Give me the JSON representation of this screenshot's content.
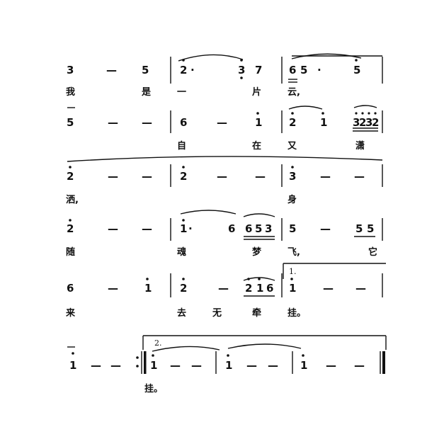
{
  "score": {
    "rows": [
      {
        "notes": [
          "3",
          "—",
          "5",
          "2",
          "·",
          "3",
          "7",
          "6",
          "5",
          "·",
          "5"
        ],
        "lyrics": [
          "我",
          "是",
          "一",
          "片",
          "云,"
        ]
      },
      {
        "notes": [
          "5",
          "—",
          "—",
          "6",
          "—",
          "1",
          "2",
          "1",
          "3",
          "2",
          "3",
          "2"
        ],
        "lyrics": [
          "自",
          "在",
          "又",
          "潇"
        ]
      },
      {
        "notes": [
          "2",
          "—",
          "—",
          "2",
          "—",
          "—",
          "3",
          "—",
          "—"
        ],
        "lyrics": [
          "洒,",
          "身"
        ]
      },
      {
        "notes": [
          "2",
          "—",
          "—",
          "1",
          "·",
          "6",
          "6",
          "5",
          "3",
          "5",
          "—",
          "5",
          "5"
        ],
        "lyrics": [
          "随",
          "魂",
          "梦",
          "飞,",
          "它"
        ]
      },
      {
        "notes": [
          "6",
          "—",
          "1",
          "2",
          "—",
          "2",
          "1",
          "6",
          "1",
          "—",
          "—"
        ],
        "lyrics": [
          "来",
          "去",
          "无",
          "牵",
          "挂。"
        ],
        "volta": "1."
      },
      {
        "notes": [
          "1",
          "—",
          "—",
          "1",
          "—",
          "—",
          "1",
          "—",
          "—",
          "1",
          "—",
          "—"
        ],
        "lyrics": [
          "挂。"
        ],
        "volta": "2."
      }
    ]
  }
}
